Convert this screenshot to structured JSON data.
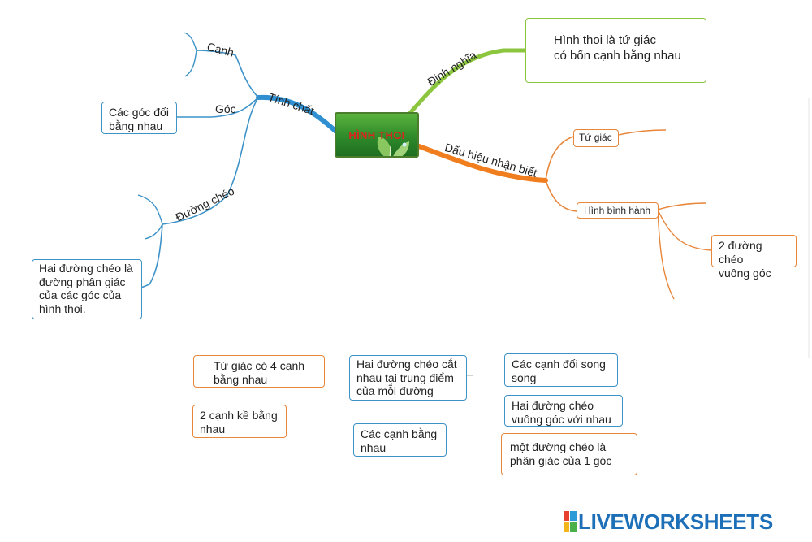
{
  "center": {
    "title": "HÌNH THOI"
  },
  "branches": {
    "tinh_chat": "Tính chất",
    "dinh_nghia": "Định nghĩa",
    "dau_hieu": "Dấu hiệu nhận biết",
    "canh": "Cạnh",
    "goc": "Góc",
    "duong_cheo": "Đường chéo"
  },
  "boxes": {
    "definition": "Hình thoi là tứ giác\n có bốn cạnh bằng nhau",
    "goc_doi": "Các góc đối\nbằng nhau",
    "duong_cheo_phan_giac": "Hai đường chéo là\nđường phân giác\ncủa các góc của\nhình thoi.",
    "tu_giac": "Tứ giác",
    "hinh_binh_hanh": "Hình bình hành",
    "vuong_goc": "2 đường chéo\nvuông góc"
  },
  "answers": [
    "Tứ giác có 4 cạnh\nbằng nhau",
    "2 cạnh kề bằng\nnhau",
    "Hai đường chéo cắt\nnhau tại trung điểm\ncủa mỗi đường",
    "Các cạnh bằng\nnhau",
    "Các cạnh đối song\nsong",
    "Hai đường chéo\nvuông góc với nhau",
    "một đường chéo là\nphân giác của 1 góc"
  ],
  "logo": {
    "text": "LIVEWORKSHEETS"
  },
  "colors": {
    "blue": "#3d93c8",
    "orange": "#e8863a",
    "green": "#8cc63f",
    "center": "#2e8a2a"
  }
}
